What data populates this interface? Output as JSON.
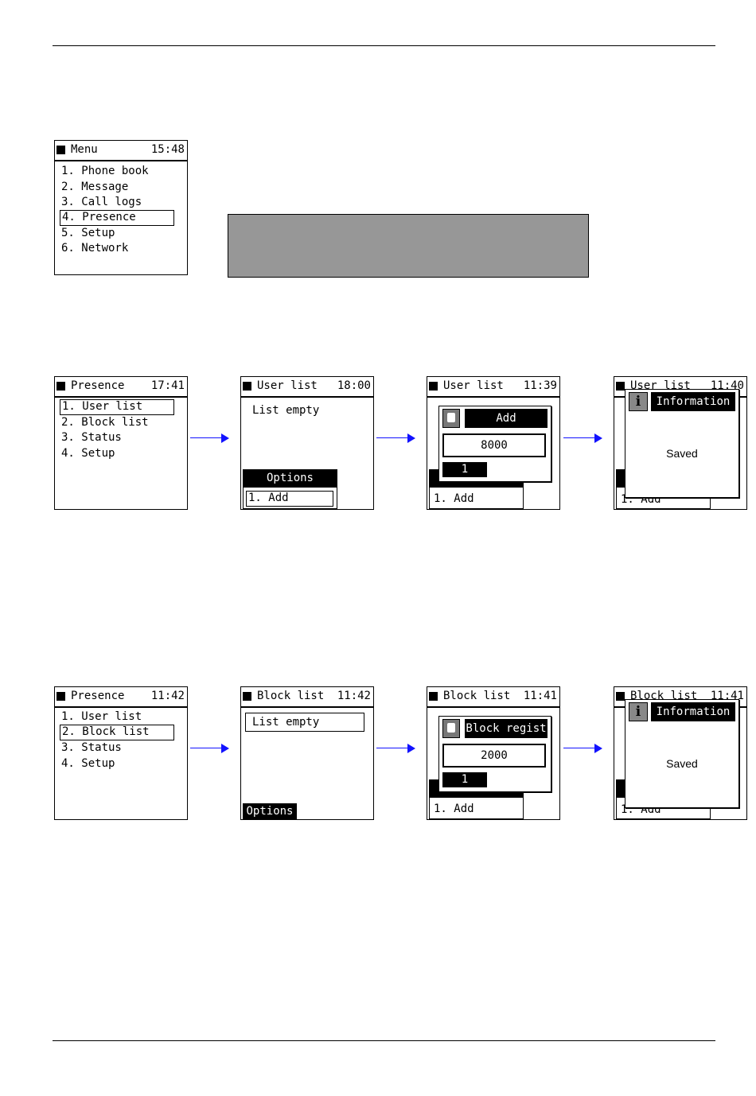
{
  "main_menu": {
    "title": "Menu",
    "time": "15:48",
    "items": [
      "1. Phone book",
      "2. Message",
      "3. Call logs",
      "4. Presence",
      "5. Setup",
      "6. Network"
    ]
  },
  "row1": {
    "s1": {
      "title": "Presence",
      "time": "17:41",
      "items": [
        "1. User list",
        "2. Block list",
        "3. Status",
        "4. Setup"
      ]
    },
    "s2": {
      "title": "User list",
      "time": "18:00",
      "body": "List empty",
      "options_label": "Options",
      "option_item": "1. Add"
    },
    "s3": {
      "title": "User list",
      "time": "11:39",
      "popup_title": "Add",
      "input_value": "8000",
      "counter": "1",
      "option_item": "1. Add"
    },
    "s4": {
      "title": "User list",
      "time": "11:40",
      "popup_title": "Information",
      "message": "Saved",
      "option_item": "1. Add"
    }
  },
  "row2": {
    "s1": {
      "title": "Presence",
      "time": "11:42",
      "items": [
        "1. User list",
        "2. Block list",
        "3. Status",
        "4. Setup"
      ]
    },
    "s2": {
      "title": "Block list",
      "time": "11:42",
      "body": "List empty",
      "options_label": "Options"
    },
    "s3": {
      "title": "Block list",
      "time": "11:41",
      "popup_title": "Block regist",
      "input_value": "2000",
      "counter": "1",
      "option_item": "1. Add"
    },
    "s4": {
      "title": "Block list",
      "time": "11:41",
      "popup_title": "Information",
      "message": "Saved",
      "option_item": "1. Add"
    }
  },
  "colors": {
    "arrow": "#1212ff",
    "gray_box": "#979797"
  },
  "icons": {
    "header": "black-square-icon",
    "contact": "contact-icon",
    "info": "info-icon",
    "arrow": "arrow-right-icon"
  }
}
